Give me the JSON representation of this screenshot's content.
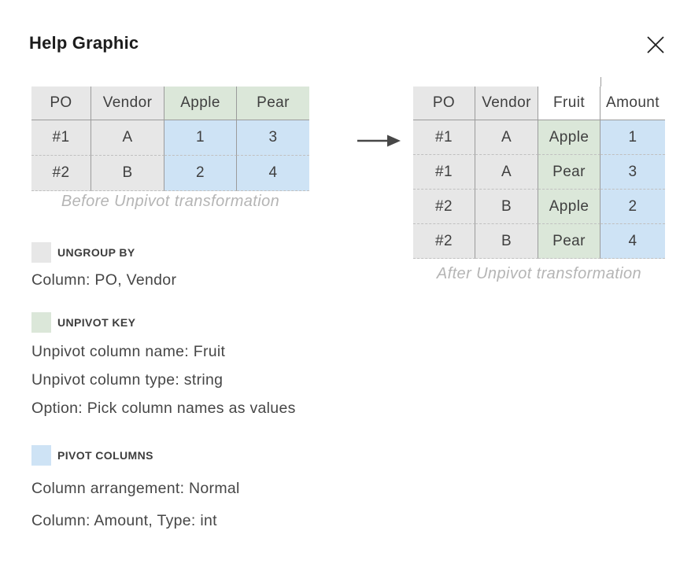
{
  "dialog": {
    "title": "Help Graphic"
  },
  "palette": {
    "gray": "#e7e7e7",
    "green": "#dbe7d9",
    "blue": "#cee3f5",
    "white": "#ffffff",
    "border_solid": "#9b9b9b",
    "border_dashed": "#c0c0c0",
    "arrow": "#474747",
    "caption_text": "#b5b5b5",
    "body_text": "#464646"
  },
  "before_table": {
    "caption": "Before Unpivot transformation",
    "columns": [
      {
        "label": "PO",
        "fill": "gray"
      },
      {
        "label": "Vendor",
        "fill": "gray"
      },
      {
        "label": "Apple",
        "fill": "green"
      },
      {
        "label": "Pear",
        "fill": "green"
      }
    ],
    "rows": [
      [
        {
          "text": "#1",
          "fill": "gray"
        },
        {
          "text": "A",
          "fill": "gray"
        },
        {
          "text": "1",
          "fill": "blue"
        },
        {
          "text": "3",
          "fill": "blue"
        }
      ],
      [
        {
          "text": "#2",
          "fill": "gray"
        },
        {
          "text": "B",
          "fill": "gray"
        },
        {
          "text": "2",
          "fill": "blue"
        },
        {
          "text": "4",
          "fill": "blue"
        }
      ]
    ]
  },
  "after_table": {
    "caption": "After Unpivot transformation",
    "columns": [
      {
        "label": "PO",
        "fill": "gray"
      },
      {
        "label": "Vendor",
        "fill": "gray"
      },
      {
        "label": "Fruit",
        "fill": "white"
      },
      {
        "label": "Amount",
        "fill": "white"
      }
    ],
    "rows": [
      [
        {
          "text": "#1",
          "fill": "gray"
        },
        {
          "text": "A",
          "fill": "gray"
        },
        {
          "text": "Apple",
          "fill": "green"
        },
        {
          "text": "1",
          "fill": "blue"
        }
      ],
      [
        {
          "text": "#1",
          "fill": "gray"
        },
        {
          "text": "A",
          "fill": "gray"
        },
        {
          "text": "Pear",
          "fill": "green"
        },
        {
          "text": "3",
          "fill": "blue"
        }
      ],
      [
        {
          "text": "#2",
          "fill": "gray"
        },
        {
          "text": "B",
          "fill": "gray"
        },
        {
          "text": "Apple",
          "fill": "green"
        },
        {
          "text": "2",
          "fill": "blue"
        }
      ],
      [
        {
          "text": "#2",
          "fill": "gray"
        },
        {
          "text": "B",
          "fill": "gray"
        },
        {
          "text": "Pear",
          "fill": "green"
        },
        {
          "text": "4",
          "fill": "blue"
        }
      ]
    ]
  },
  "legend": {
    "sections": [
      {
        "swatch": "gray",
        "title": "UNGROUP BY",
        "lines": [
          "Column: PO, Vendor"
        ]
      },
      {
        "swatch": "green",
        "title": "UNPIVOT KEY",
        "lines": [
          "Unpivot column name: Fruit",
          "Unpivot column type: string",
          "Option: Pick column names as values"
        ]
      },
      {
        "swatch": "blue",
        "title": "PIVOT COLUMNS",
        "lines": [
          "Column arrangement: Normal",
          "Column: Amount, Type: int"
        ]
      }
    ]
  }
}
